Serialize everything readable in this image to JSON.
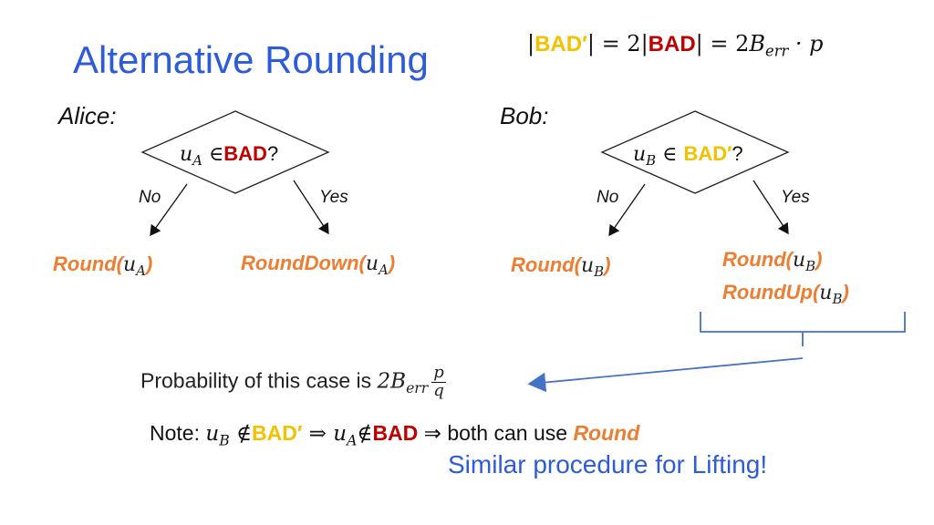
{
  "title": "Alternative Rounding",
  "formula": {
    "bad_prime": "BAD′",
    "eq1": " = 2",
    "bad": "BAD",
    "eq2": " = 2",
    "b_err": "B",
    "b_err_sub": "err",
    "dot_p": " · p"
  },
  "alice": {
    "name": "Alice:",
    "var": "u",
    "var_sub": "A",
    "in_sym": " ∈",
    "set": "BAD",
    "q": "?",
    "no": "No",
    "yes": "Yes",
    "left_fn": "Round(",
    "left_close": ")",
    "right_fn": "RoundDown(",
    "right_close": ")"
  },
  "bob": {
    "name": "Bob:",
    "var": "u",
    "var_sub": "B",
    "in_sym": " ∈ ",
    "set": "BAD′",
    "q": "?",
    "no": "No",
    "yes": "Yes",
    "left_fn": "Round(",
    "left_close": ")",
    "right_fn1": "Round(",
    "right_close1": ")",
    "right_fn2": "RoundUp(",
    "right_close2": ")"
  },
  "probability": {
    "text": "Probability of this case is ",
    "coef": "2B",
    "sub": "err",
    "num": "p",
    "den": "q"
  },
  "note": {
    "label": "Note:",
    "ub": "u",
    "ub_sub": "B",
    "notin1": " ∉",
    "set1": "BAD′",
    "implies1": " ⇒ ",
    "ua": "u",
    "ua_sub": "A",
    "notin2": "∉",
    "set2": "BAD",
    "implies2": " ⇒ both can use ",
    "round": "Round"
  },
  "footer": "Similar procedure for Lifting!",
  "colors": {
    "title": "#2e5bd8",
    "orange": "#ed7d31",
    "red": "#c00000",
    "gold": "#f2c200",
    "arrow": "#4472c4"
  }
}
